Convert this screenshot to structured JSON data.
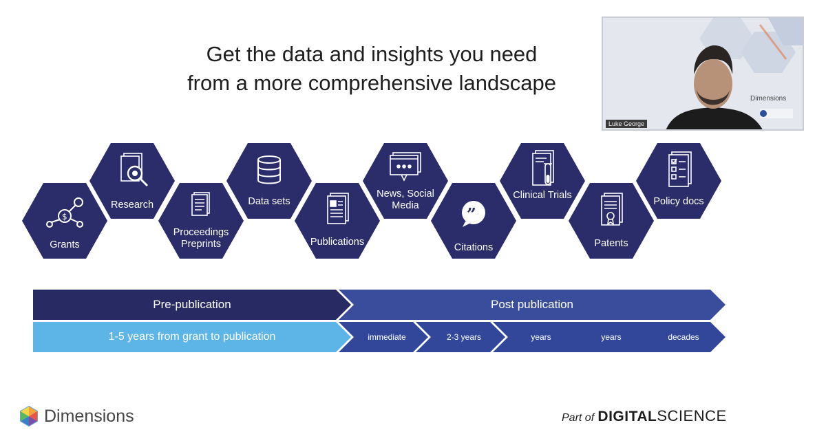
{
  "title": {
    "line1": "Get the data and insights you need",
    "line2": "from a more comprehensive landscape"
  },
  "hexagons": [
    {
      "label": "Grants",
      "icon": "grant-money-icon"
    },
    {
      "label": "Research",
      "icon": "magnifier-document-icon"
    },
    {
      "label": "Proceedings Preprints",
      "icon": "document-stack-icon"
    },
    {
      "label": "Data sets",
      "icon": "database-icon"
    },
    {
      "label": "Publications",
      "icon": "publication-icon"
    },
    {
      "label": "News, Social Media",
      "icon": "chat-window-icon"
    },
    {
      "label": "Citations",
      "icon": "quote-bubble-icon"
    },
    {
      "label": "Clinical Trials",
      "icon": "test-tube-document-icon"
    },
    {
      "label": "Patents",
      "icon": "certificate-icon"
    },
    {
      "label": "Policy docs",
      "icon": "checklist-icon"
    }
  ],
  "timeline": {
    "pre_label": "Pre-publication",
    "post_label": "Post publication",
    "pre_detail": "1-5 years from grant to publication",
    "post_steps": [
      "immediate",
      "2-3 years",
      "years",
      "years",
      "decades"
    ]
  },
  "webcam": {
    "participant_name": "Luke George",
    "brand_text": "Dimensions"
  },
  "footer": {
    "brand": "Dimensions",
    "part_of": "Part of",
    "digital": "DIGITAL",
    "science": "SCIENCE"
  },
  "colors": {
    "hex_navy": "#2b2d6b",
    "pre_bar": "#272a63",
    "post_bar": "#3a4d9c",
    "light_bar": "#5db4e6",
    "step_bar": "#33479a"
  }
}
